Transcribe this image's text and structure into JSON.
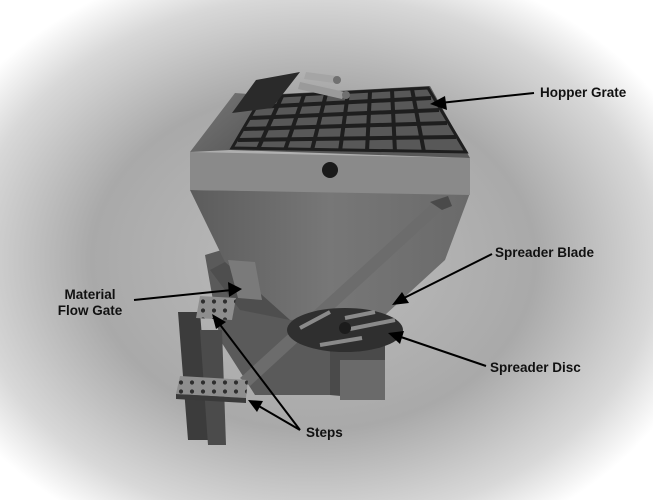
{
  "labels": {
    "hopper_grate": "Hopper Grate",
    "spreader_blade": "Spreader Blade",
    "spreader_disc": "Spreader Disc",
    "steps": "Steps",
    "material_flow_gate_line1": "Material",
    "material_flow_gate_line2": "Flow Gate"
  },
  "colors": {
    "background": "#ffffff",
    "vignette": "#9e9e9e",
    "metal_dark": "#3a3a3a",
    "metal_mid": "#6e6e6e",
    "metal_light": "#8a8a8a",
    "grate": "#2a2a2a",
    "arrow": "#000000"
  }
}
